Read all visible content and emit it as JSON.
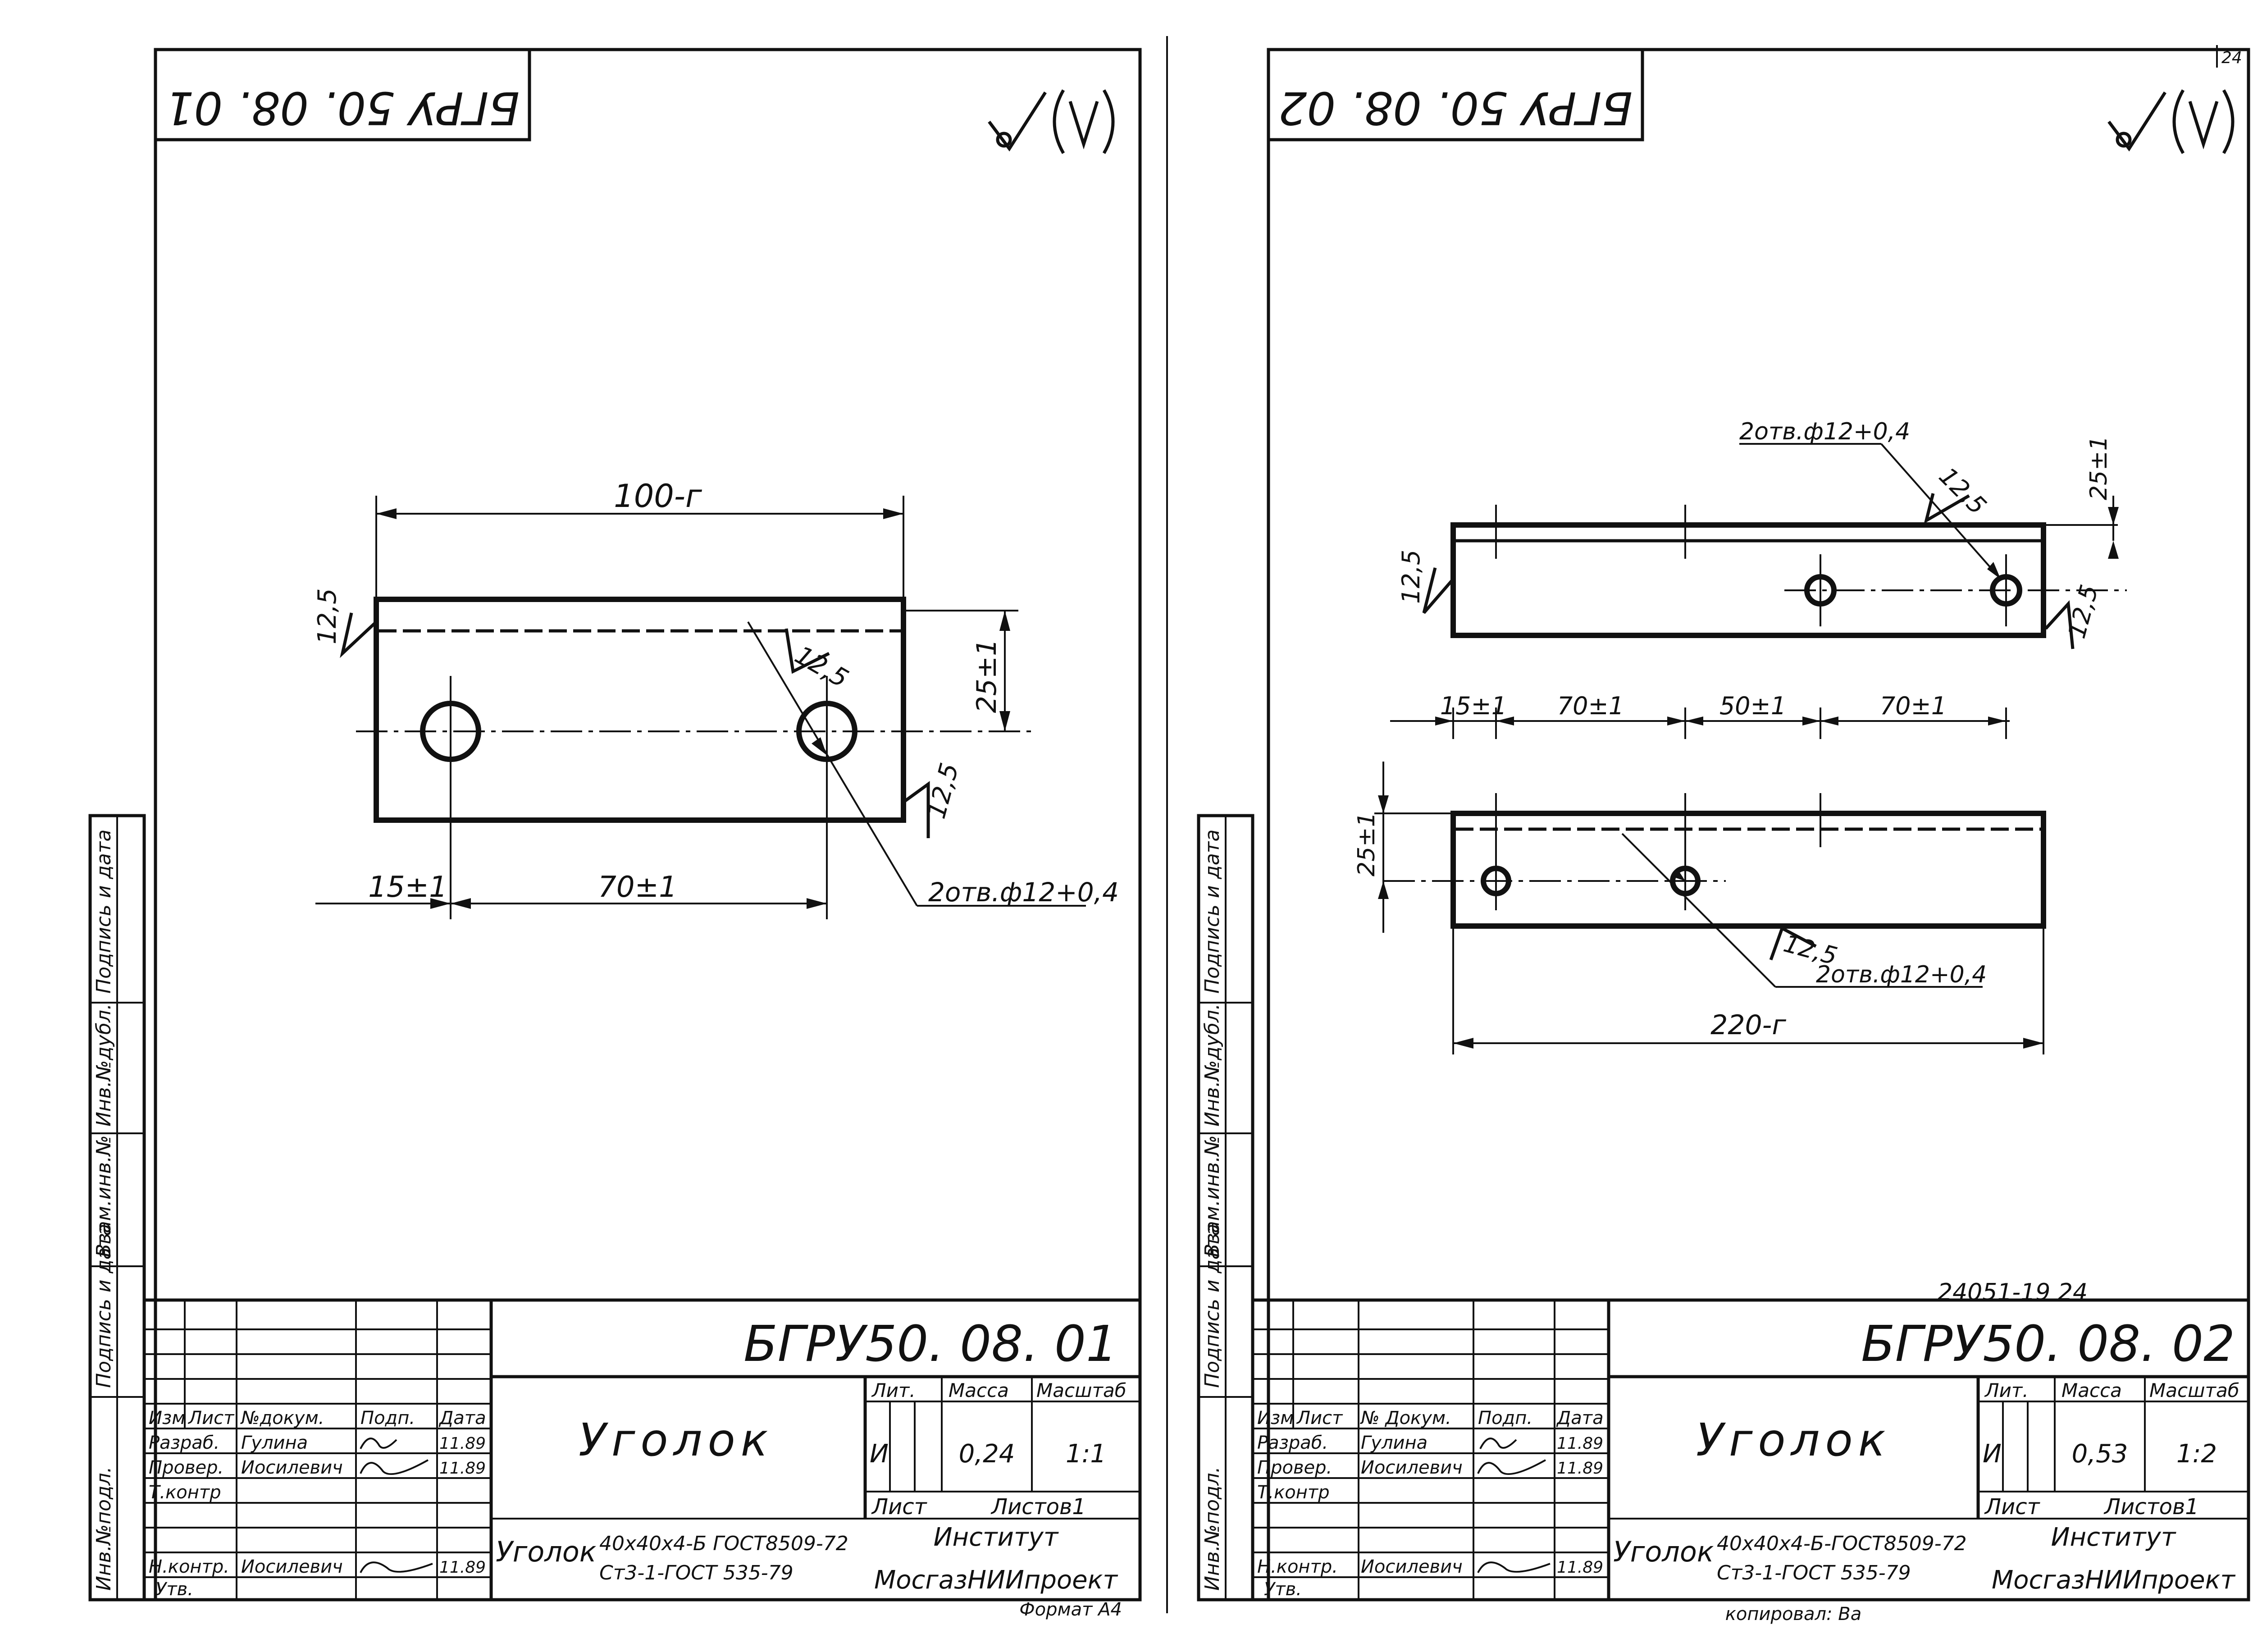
{
  "page_number": "24",
  "sheet_left": {
    "code_top": "БГРУ 50. 08. 01",
    "code": "БГРУ50. 08. 01",
    "dims": {
      "length": "100-г",
      "hole_spacing": "70±1",
      "edge": "15±1",
      "flange": "25±1",
      "rough_a": "12,5",
      "rough_b": "12,5",
      "rough_c": "12,5"
    },
    "hole_callout": "2отв.ф12+0,4",
    "title": "Уголок",
    "lit": "И",
    "mass": "0,24",
    "scale": "1:1",
    "sheet_label": "Лист",
    "sheets_label": "Листов1",
    "material_prefix": "Уголок",
    "material_1": "40х40х4-Б ГОСТ8509-72",
    "material_2": "Ст3-1-ГОСТ 535-79",
    "org_1": "Институт",
    "org_2": "МосгазНИИпроект",
    "format": "Формат А4"
  },
  "sheet_right": {
    "code_top": "БГРУ 50. 08. 02",
    "code": "БГРУ50. 08. 02",
    "dims": {
      "length": "220-г",
      "d1": "15±1",
      "d2": "70±1",
      "d3": "50±1",
      "d4": "70±1",
      "flange_top": "25±1",
      "flange_bottom": "25±1",
      "rough_a": "12,5",
      "rough_b": "12,5",
      "rough_c": "12,5",
      "rough_d": "12,5"
    },
    "hole_callout_top": "2отв.ф12+0,4",
    "hole_callout_bottom": "2отв.ф12+0,4",
    "stamp_number": "24051-19   24",
    "title": "Уголок",
    "lit": "И",
    "mass": "0,53",
    "scale": "1:2",
    "sheet_label": "Лист",
    "sheets_label": "Листов1",
    "material_prefix": "Уголок",
    "material_1": "40х40х4-Б-ГОСТ8509-72",
    "material_2": "Ст3-1-ГОСТ 535-79",
    "org_1": "Институт",
    "org_2": "МосгазНИИпроект",
    "footer": "копировал: Ва"
  },
  "title_block_headers": {
    "izm": "Изм",
    "list": "Лист",
    "ndok_left": "№докум.",
    "ndok_right": "№ Докум.",
    "podp": "Подп.",
    "data": "Дата",
    "lit": "Лит.",
    "mass": "Масса",
    "scale": "Масштаб"
  },
  "title_block_rows": {
    "razrab": "Разраб.",
    "prover": "Провер.",
    "tkontr": "Т.контр",
    "nkontr": "Н.контр.",
    "utv": "Утв."
  },
  "people": {
    "developer": "Гулина",
    "checker": "Иосилевич",
    "norm_control": "Иосилевич",
    "date": "11.89"
  },
  "side_labels": [
    "Инв.№подл.",
    "Подпись и дата",
    "Взам.инв.№",
    "Инв.№дубл.",
    "Подпись и дата"
  ],
  "colors": {
    "ink": "#111111",
    "paper": "#ffffff"
  }
}
